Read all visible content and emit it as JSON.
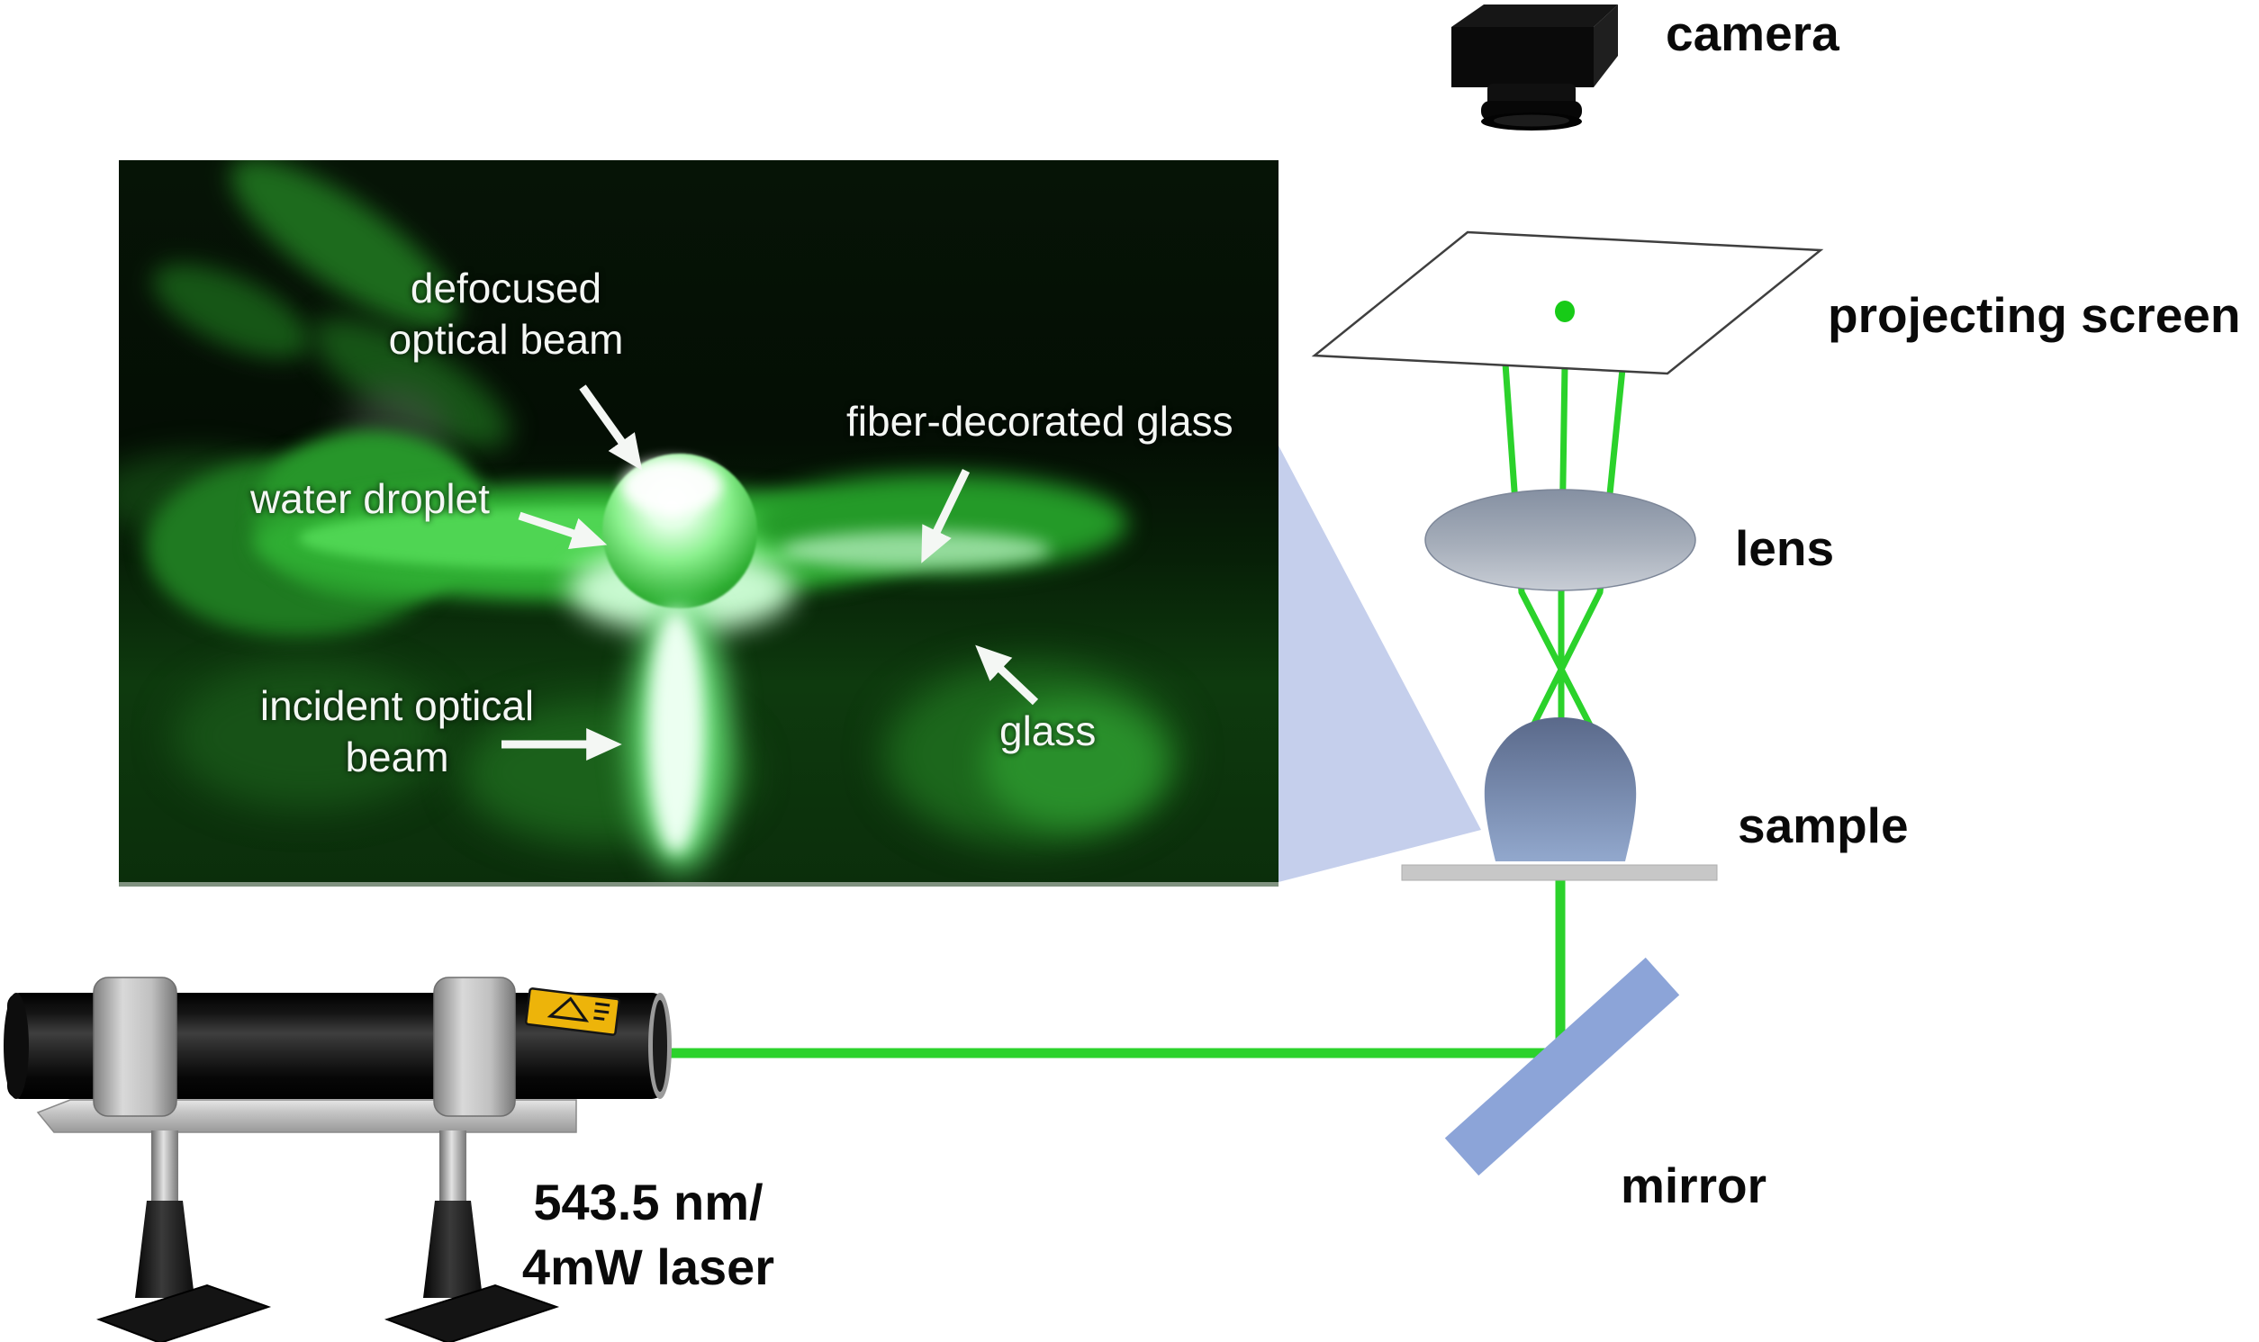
{
  "figure": {
    "colors": {
      "beam_green": "#2bd22b",
      "dot_green": "#17cb17",
      "mirror_blue": "#8ca4d8",
      "wedge_blue": "#c5cfec"
    }
  },
  "schematic": {
    "camera": {
      "label": "camera"
    },
    "screen": {
      "label": "projecting screen"
    },
    "lens": {
      "label": "lens"
    },
    "sample": {
      "label": "sample"
    },
    "mirror": {
      "label": "mirror"
    },
    "laser": {
      "label_line1": "543.5 nm/",
      "label_line2": "4mW laser"
    }
  },
  "inset": {
    "labels": {
      "defocused_line1": "defocused",
      "defocused_line2": "optical beam",
      "water_droplet": "water droplet",
      "fiber_glass": "fiber-decorated glass",
      "incident_line1": "incident optical",
      "incident_line2": "beam",
      "glass": "glass"
    }
  }
}
